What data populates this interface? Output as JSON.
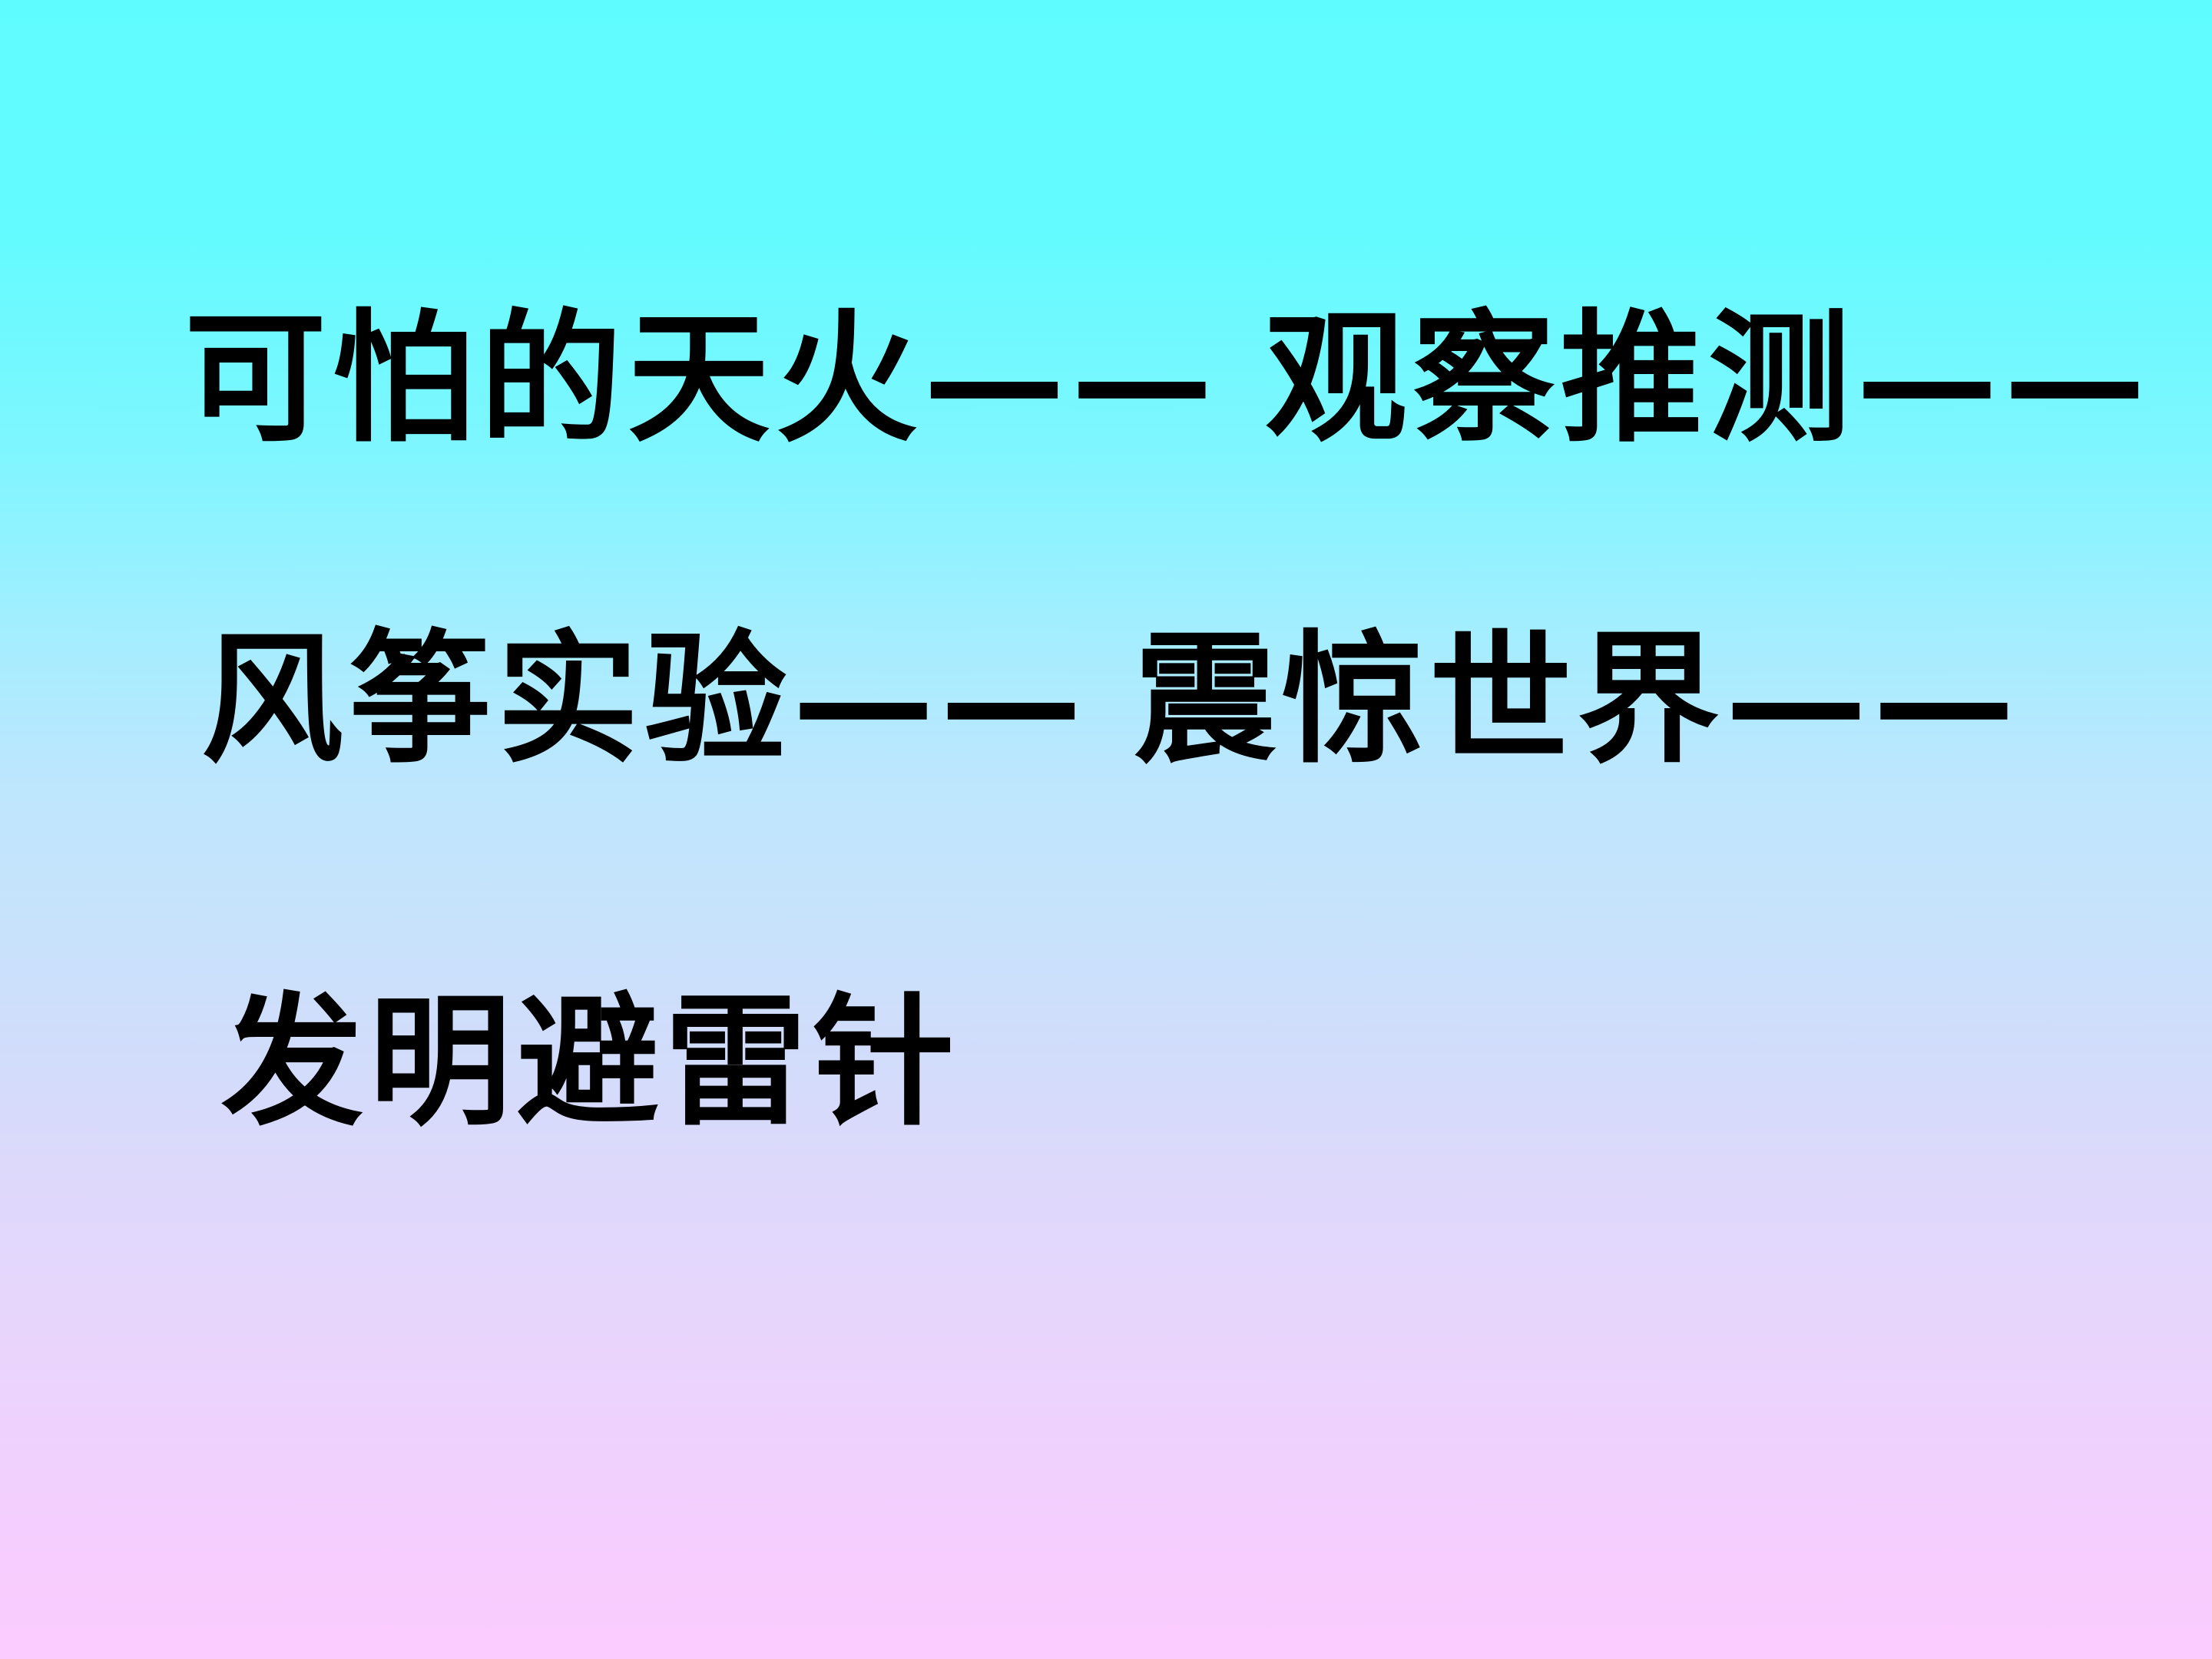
{
  "slide": {
    "background": {
      "type": "linear-gradient-vertical",
      "top_color": "#5FFCFF",
      "mid_color": "#C7E3FC",
      "bottom_color": "#FBCCFF"
    },
    "text_color": "#000000",
    "lines": [
      {
        "id": "line-1",
        "full_text": "可怕的天火—— 观察推测——",
        "segments": [
          {
            "text": "可怕的天火——"
          },
          {
            "text": "观察推测——"
          }
        ]
      },
      {
        "id": "line-2",
        "full_text": "风筝实验—— 震惊世界——",
        "segments": [
          {
            "text": "风筝实验——"
          },
          {
            "text": "震惊世界——"
          }
        ]
      },
      {
        "id": "line-3",
        "full_text": "发明避雷针",
        "segments": [
          {
            "text": "发明避雷针"
          }
        ]
      }
    ]
  }
}
